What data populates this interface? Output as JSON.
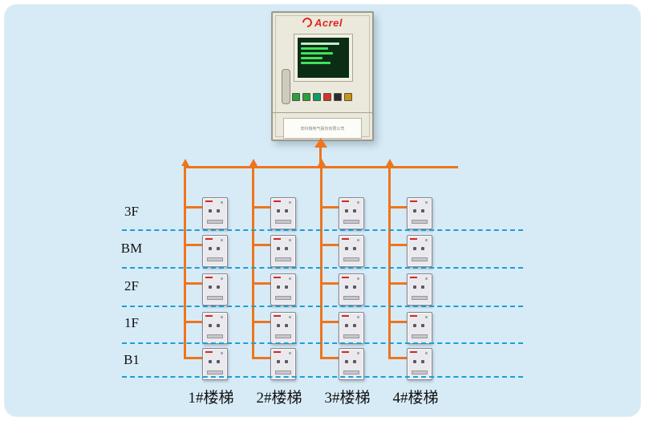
{
  "page": {
    "bg": "#ffffff",
    "panel_bg": "#d7ebf7"
  },
  "cabinet": {
    "brand": "Acrel",
    "footer_text": "安科瑞电气股份有限公司",
    "colors": {
      "body": "#ebe8dc",
      "screen_bg": "#0b2d14",
      "screen_text": "#43e05c",
      "brand_red": "#e1251b"
    },
    "buttons": [
      "#27a23c",
      "#27a23c",
      "#0c9e68",
      "#d63226",
      "#2b2b2b",
      "#c9940f"
    ]
  },
  "bus": {
    "color": "#ee751d"
  },
  "separator_color": "#1b9fd6",
  "floor_rows": [
    {
      "label": "3F"
    },
    {
      "label": "BM"
    },
    {
      "label": "2F"
    },
    {
      "label": "1F"
    },
    {
      "label": "B1"
    }
  ],
  "column_labels": [
    "1#楼梯",
    "2#楼梯",
    "3#楼梯",
    "4#楼梯"
  ],
  "grid": {
    "rows": 5,
    "cols": 4
  }
}
